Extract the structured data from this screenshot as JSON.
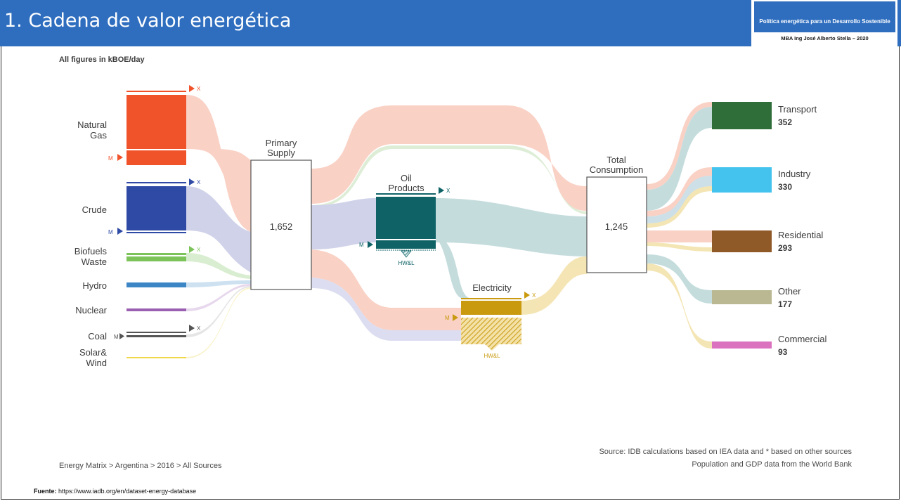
{
  "header": {
    "title": "1. Cadena de valor energética",
    "badge_line1": "Política energética para un Desarrollo Sostenible",
    "badge_line2": "MBA Ing José Alberto Stella – 2020"
  },
  "diagram": {
    "units_note": "All figures in kBOE/day",
    "sources": [
      "Natural Gas",
      "Crude",
      "Biofuels Waste",
      "Hydro",
      "Nuclear",
      "Coal",
      "Solar& Wind"
    ],
    "primary_supply": {
      "label": "Primary Supply",
      "value": "1,652"
    },
    "oil_products": {
      "label": "Oil Products"
    },
    "electricity": {
      "label": "Electricity"
    },
    "total_consumption": {
      "label": "Total Consumption",
      "value": "1,245"
    },
    "sectors": [
      {
        "name": "Transport",
        "value": "352"
      },
      {
        "name": "Industry",
        "value": "330"
      },
      {
        "name": "Residential",
        "value": "293"
      },
      {
        "name": "Other",
        "value": "177"
      },
      {
        "name": "Commercial",
        "value": "93"
      }
    ],
    "marker_x": "X",
    "marker_m": "M",
    "hwl": "HW&L",
    "breadcrumb": "Energy Matrix > Argentina > 2016 > All Sources",
    "source_line1": "Source: IDB calculations based on IEA data and * based on other sources",
    "source_line2": "Population and GDP data from the World Bank",
    "colors": {
      "natural_gas": "#f0522a",
      "crude": "#2f4aa5",
      "biofuels": "#7cc35a",
      "hydro": "#3d86c6",
      "nuclear": "#9a5fb0",
      "coal": "#555555",
      "solar": "#f0d84a",
      "oil_products": "#0f6367",
      "electricity": "#c99a0e",
      "transport": "#2f6e38",
      "industry": "#43c3ee",
      "residential": "#8f5a28",
      "other": "#b9b892",
      "commercial": "#db72c0"
    }
  },
  "footer": {
    "fuente_label": "Fuente:",
    "fuente_url": "https://www.iadb.org/en/dataset-energy-database"
  }
}
